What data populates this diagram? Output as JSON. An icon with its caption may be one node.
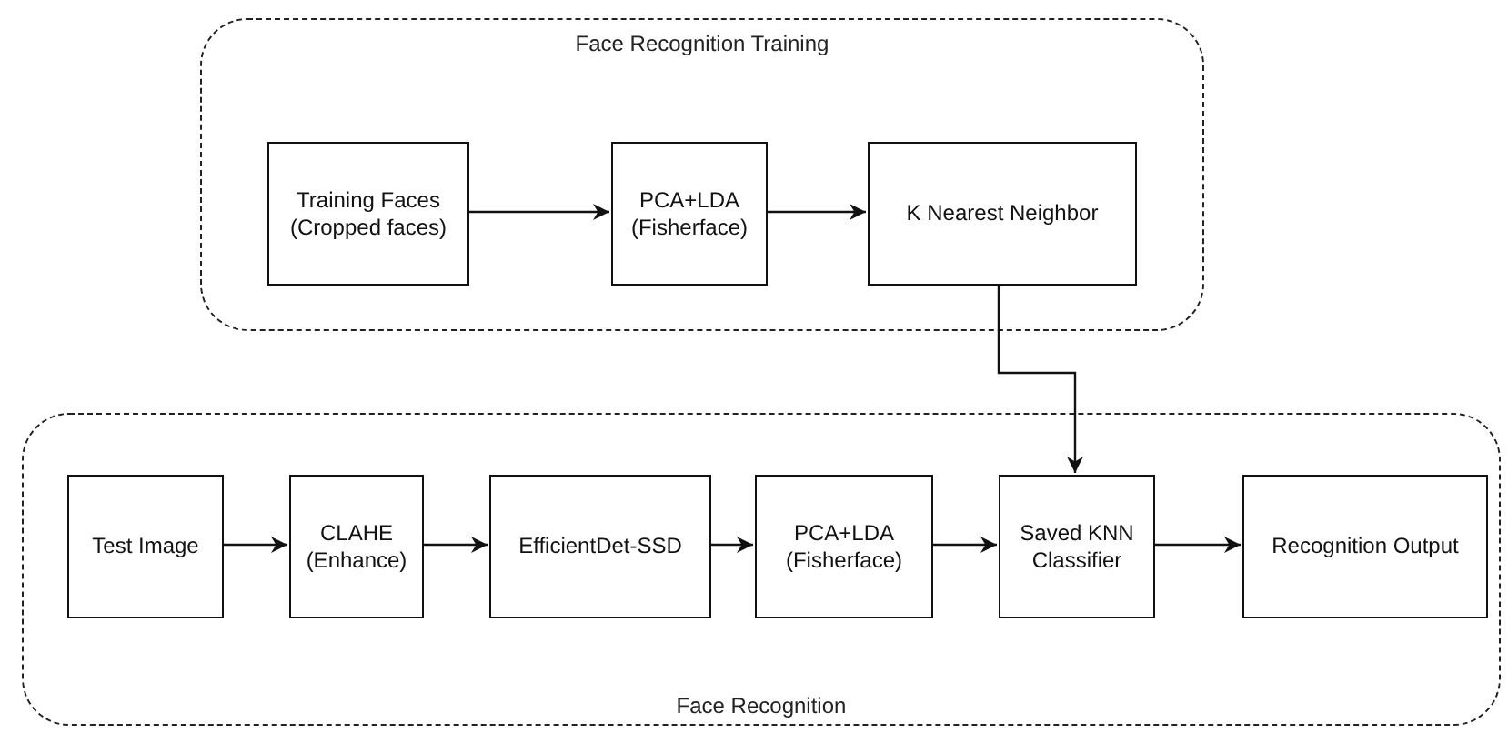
{
  "diagram": {
    "nodes": [
      {
        "text": [
          "Face Recognition Training"
        ]
      },
      {
        "text": [
          "Training Faces (Cropped faces)"
        ],
        "in": 0
      },
      {
        "text": [
          "PCA+LDA (Fisherface)"
        ],
        "in": 0
      },
      {
        "text": [
          "K Nearest Neighbor"
        ],
        "in": 0
      },
      {
        "text": [
          "Face Recognition"
        ]
      },
      {
        "text": [
          "Test Image"
        ],
        "in": 4
      },
      {
        "text": [
          "CLAHE (Enhance)"
        ],
        "in": 4
      },
      {
        "text": [
          "EfficientDet-SSD"
        ],
        "in": 4
      },
      {
        "text": [
          "PCA+LDA (Fisherface)"
        ],
        "in": 4
      },
      {
        "text": [
          "Saved KNN Classifier"
        ],
        "in": 4
      },
      {
        "text": [
          "Recognition Output"
        ],
        "in": 4
      }
    ],
    "edges": [
      {
        "from": 1,
        "to": 2,
        "arrow": "to"
      },
      {
        "from": 2,
        "to": 3,
        "arrow": "to"
      },
      {
        "from": 3,
        "to": 9,
        "arrow": "to"
      },
      {
        "from": 5,
        "to": 6,
        "arrow": "to"
      },
      {
        "from": 6,
        "to": 7,
        "arrow": "to"
      },
      {
        "from": 7,
        "to": 8,
        "arrow": "to"
      },
      {
        "from": 8,
        "to": 9,
        "arrow": "to"
      },
      {
        "from": 9,
        "to": 10,
        "arrow": "to"
      }
    ]
  }
}
